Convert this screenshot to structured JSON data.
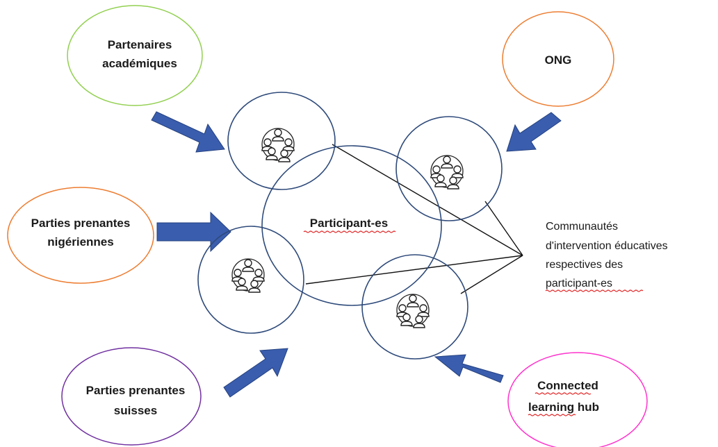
{
  "stakeholders": {
    "academic": {
      "line1": "Partenaires",
      "line2": "académiques",
      "color": "#92d050"
    },
    "ngo": {
      "line1": "ONG",
      "color": "#ed7d31"
    },
    "nigerian": {
      "line1": "Parties prenantes",
      "line2": "nigériennes",
      "color": "#ed7d31"
    },
    "swiss": {
      "line1": "Parties prenantes",
      "line2": "suisses",
      "color": "#7030a0"
    },
    "hub": {
      "line1": "Connected",
      "line2": "learning",
      "line2b": " hub",
      "color": "#ff33cc"
    }
  },
  "center": {
    "label": "Participant-es",
    "color": "#2e4a7a"
  },
  "communities": {
    "line1": "Communautés",
    "line2": "d'intervention éducatives",
    "line3": "respectives des",
    "line4": "participant-es"
  },
  "community_icon": "people-group-icon",
  "arrow_color": "#3a5dae"
}
